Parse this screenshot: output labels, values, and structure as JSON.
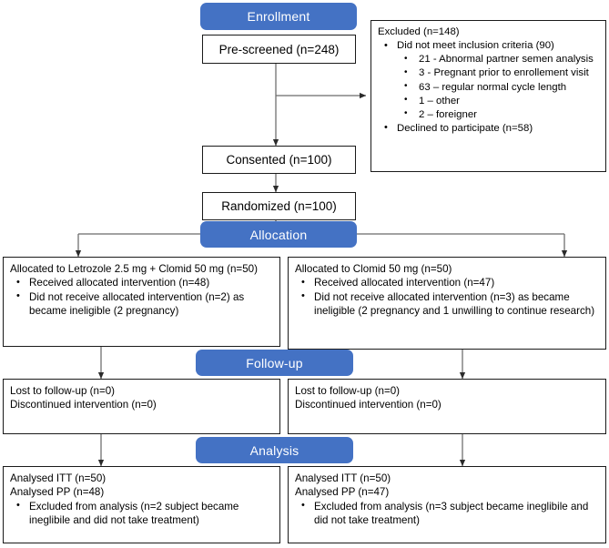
{
  "diagram": {
    "type": "consort-flow-diagram",
    "accent_color": "#4472C4",
    "box_border_color": "#1a1a1a",
    "connector_color": "#6b6b6b",
    "background": "#ffffff"
  },
  "stages": {
    "enrollment": "Enrollment",
    "allocation": "Allocation",
    "followup": "Follow-up",
    "analysis": "Analysis"
  },
  "enrollment": {
    "prescreened": "Pre-screened (n=248)",
    "consented": "Consented (n=100)",
    "randomized": "Randomized (n=100)"
  },
  "excluded": {
    "title": "Excluded (n=148)",
    "items": [
      {
        "text": "Did not meet inclusion criteria (90)",
        "subitems": [
          "21 - Abnormal partner semen analysis",
          "3 - Pregnant prior to enrollement visit",
          "63 – regular normal cycle length",
          "1 – other",
          "2 – foreigner"
        ]
      },
      {
        "text": "Declined to participate (n=58)",
        "subitems": []
      }
    ]
  },
  "allocation_left": {
    "heading": "Allocated to Letrozole 2.5 mg + Clomid 50 mg (n=50)",
    "items": [
      "Received allocated intervention (n=48)",
      "Did not receive allocated intervention (n=2) as became ineligible (2 pregnancy)"
    ]
  },
  "allocation_right": {
    "heading": "Allocated to Clomid 50 mg (n=50)",
    "items": [
      "Received allocated intervention (n=47)",
      "Did not receive allocated intervention (n=3) as became ineligible (2 pregnancy and 1 unwilling to continue research)"
    ]
  },
  "followup_left": {
    "line1": "Lost to follow-up (n=0)",
    "line2": "Discontinued intervention (n=0)"
  },
  "followup_right": {
    "line1": "Lost to follow-up (n=0)",
    "line2": "Discontinued intervention (n=0)"
  },
  "analysis_left": {
    "line1": "Analysed ITT (n=50)",
    "line2": "Analysed PP (n=48)",
    "items": [
      "Excluded from analysis (n=2 subject became ineglibile and did not take treatment)"
    ]
  },
  "analysis_right": {
    "line1": "Analysed ITT (n=50)",
    "line2": "Analysed PP (n=47)",
    "items": [
      "Excluded from analysis (n=3 subject became ineglibile and did not take treatment)"
    ]
  }
}
